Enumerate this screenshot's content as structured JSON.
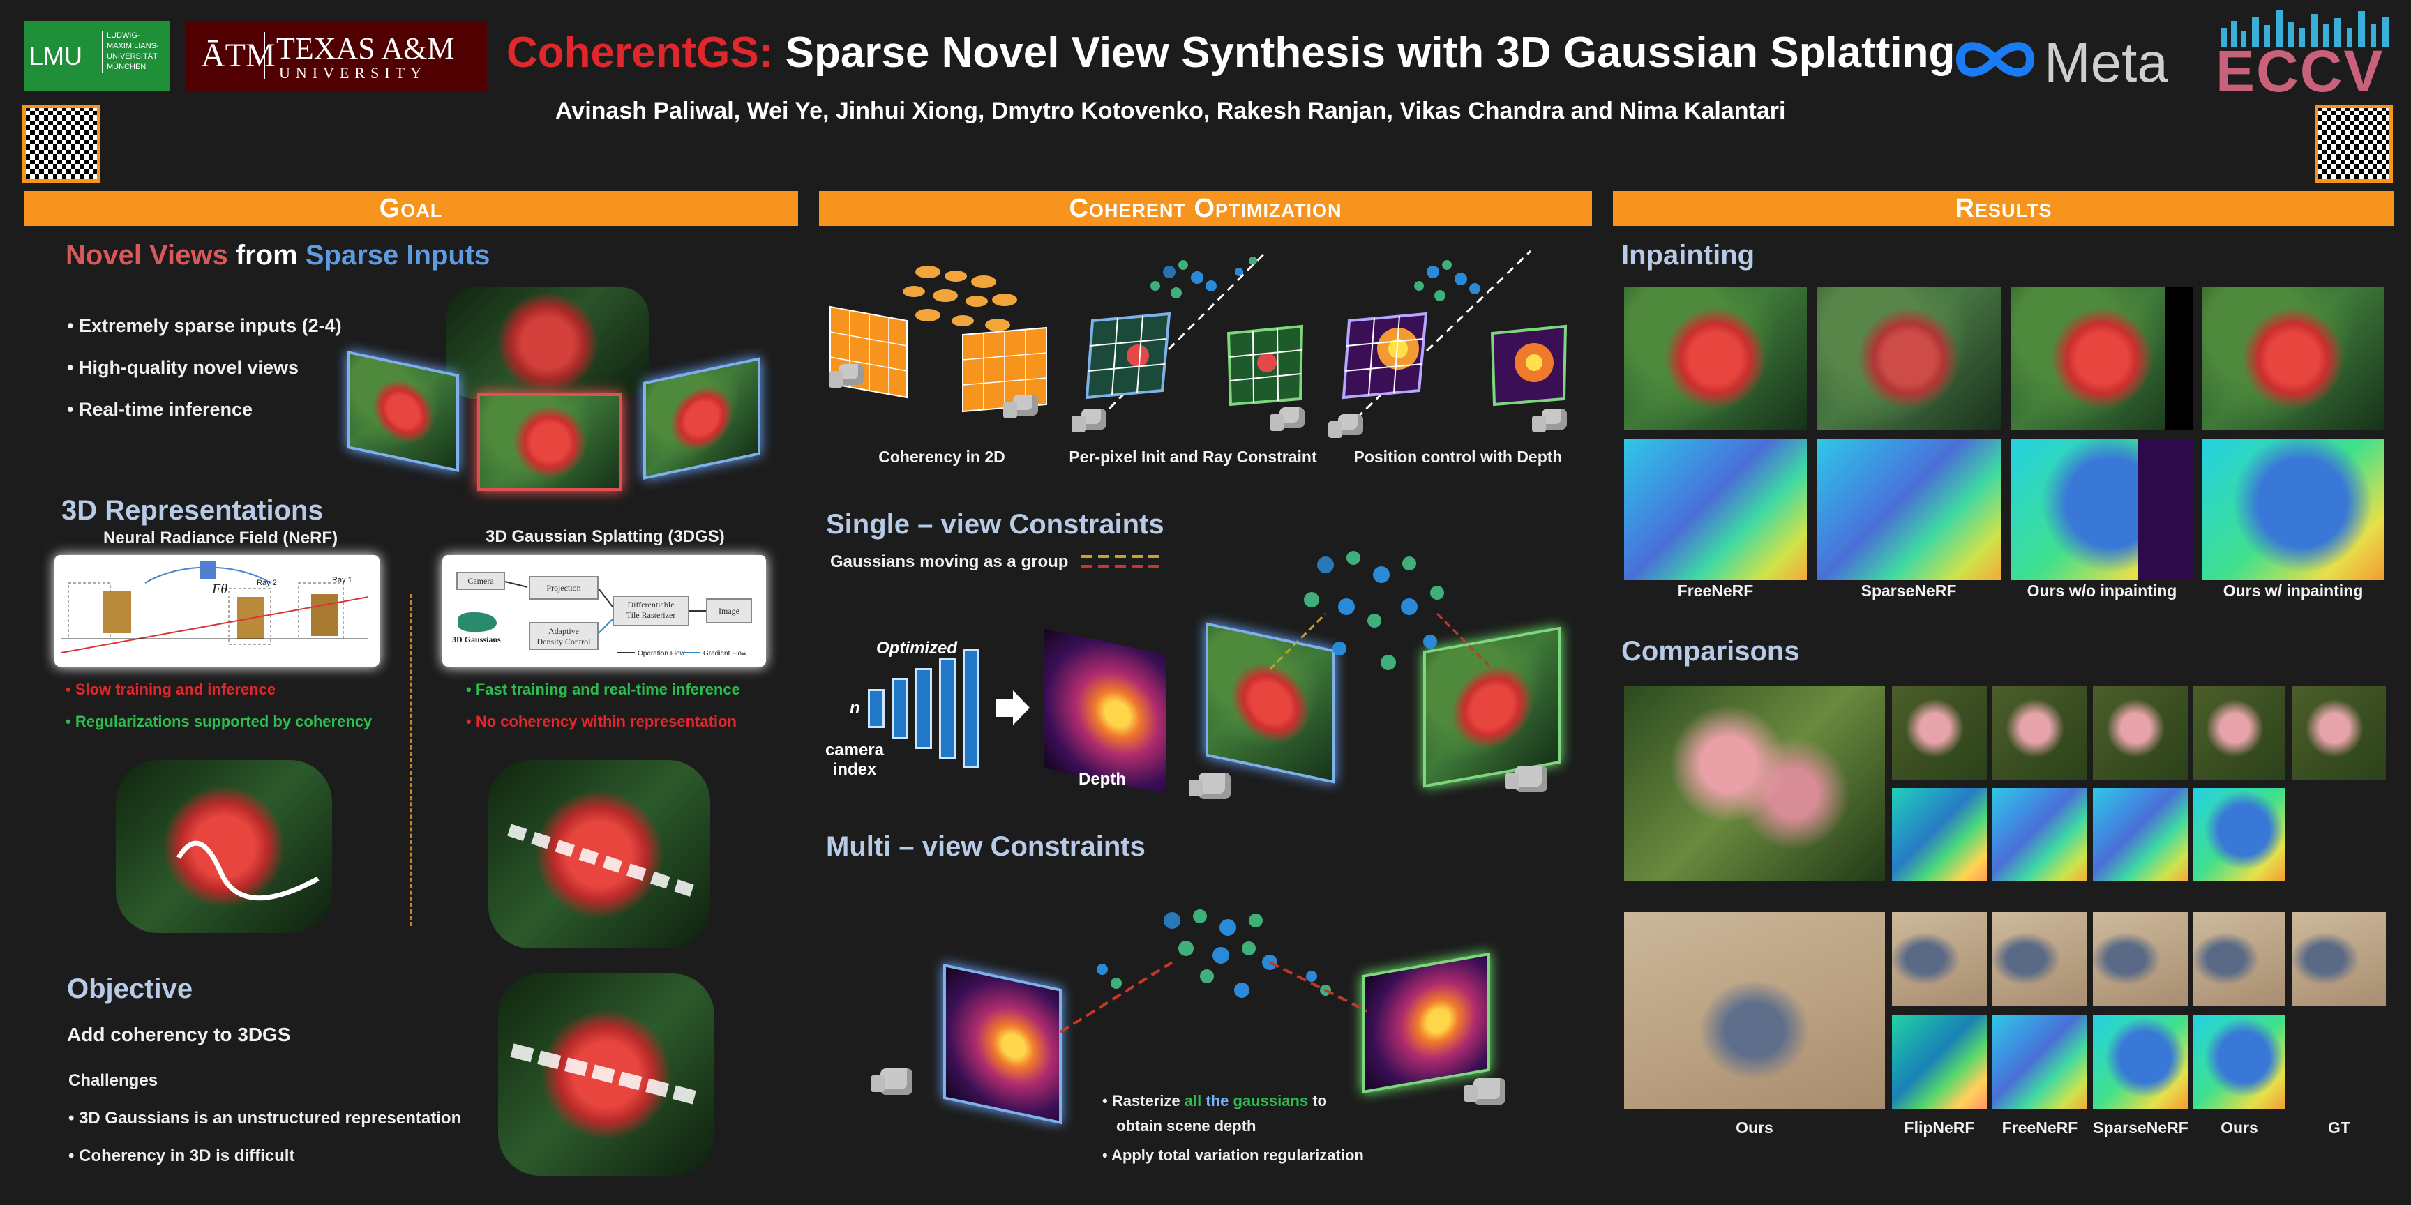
{
  "header": {
    "title_accent": "CoherentGS:",
    "title_rest": "Sparse Novel View Synthesis with 3D Gaussian Splatting",
    "authors": "Avinash Paliwal, Wei Ye, Jinhui Xiong, Dmytro Kotovenko, Rakesh Ranjan, Vikas Chandra and Nima Kalantari",
    "lmu": {
      "short": "LMU",
      "long": "LUDWIG-\nMAXIMILIANS-\nUNIVERSITÄT\nMÜNCHEN"
    },
    "tamu": {
      "mark": "ĀTM",
      "name": "TEXAS A&M",
      "sub": "UNIVERSITY"
    },
    "meta": "Meta",
    "eccv": "ECCV"
  },
  "colors": {
    "accent": "#f7941d",
    "title_red": "#e0272b",
    "heading_blue": "#b7cbe6",
    "bad": "#e0272b",
    "good": "#2dbd4e"
  },
  "goal": {
    "bar": "Goal",
    "novel_a": "Novel Views",
    "novel_from": "from",
    "novel_b": "Sparse Inputs",
    "bullets": [
      "• Extremely sparse inputs (2-4)",
      "• High-quality novel views",
      "• Real-time inference"
    ],
    "rep_title": "3D Representations",
    "nerf_title": "Neural Radiance Field (NeRF)",
    "gs_title": "3D Gaussian Splatting (3DGS)",
    "nerf_cons": [
      "•  Slow training and inference"
    ],
    "nerf_pros": [
      "•  Regularizations supported by coherency"
    ],
    "gs_pros": [
      "•  Fast training and real-time inference"
    ],
    "gs_cons": [
      "•  No coherency within representation"
    ],
    "gs_diag": {
      "camera": "Camera",
      "projection": "Projection",
      "rasterizer": "Differentiable\nTile Rasterizer",
      "image": "Image",
      "gaussians": "3D Gaussians",
      "density": "Adaptive\nDensity Control",
      "op_flow": "Operation Flow",
      "grad_flow": "Gradient Flow"
    },
    "nerf_diag": {
      "f": "Fθ",
      "ray1": "Ray 1",
      "ray2": "Ray 2"
    },
    "objective_title": "Objective",
    "objective_text": "Add coherency to 3DGS",
    "challenges_title": "Challenges",
    "challenges": [
      "•  3D Gaussians is an unstructured representation",
      "•  Coherency in 3D is difficult"
    ]
  },
  "coherent": {
    "bar": "Coherent Optimization",
    "captions": [
      "Coherency in 2D",
      "Per-pixel Init and Ray Constraint",
      "Position control with Depth"
    ],
    "single_title": "Single – view Constraints",
    "single_legend": "Gaussians moving as a group",
    "optimized": "Optimized",
    "n": "n",
    "camera_index": "camera\nindex",
    "depth": "Depth",
    "multi_title": "Multi – view Constraints",
    "multi_b1_pre": "•  Rasterize",
    "multi_b1_all": "all",
    "multi_b1_the": "the",
    "multi_b1_gaussians": "gaussians",
    "multi_b1_post": "to",
    "multi_b1_line2": "obtain scene depth",
    "multi_b2": "•  Apply total variation regularization"
  },
  "results": {
    "bar": "Results",
    "inpainting_title": "Inpainting",
    "inpainting_labels": [
      "FreeNeRF",
      "SparseNeRF",
      "Ours w/o inpainting",
      "Ours w/ inpainting"
    ],
    "comparisons_title": "Comparisons",
    "comparison_labels": [
      "Ours",
      "FlipNeRF",
      "FreeNeRF",
      "SparseNeRF",
      "Ours",
      "GT"
    ]
  }
}
